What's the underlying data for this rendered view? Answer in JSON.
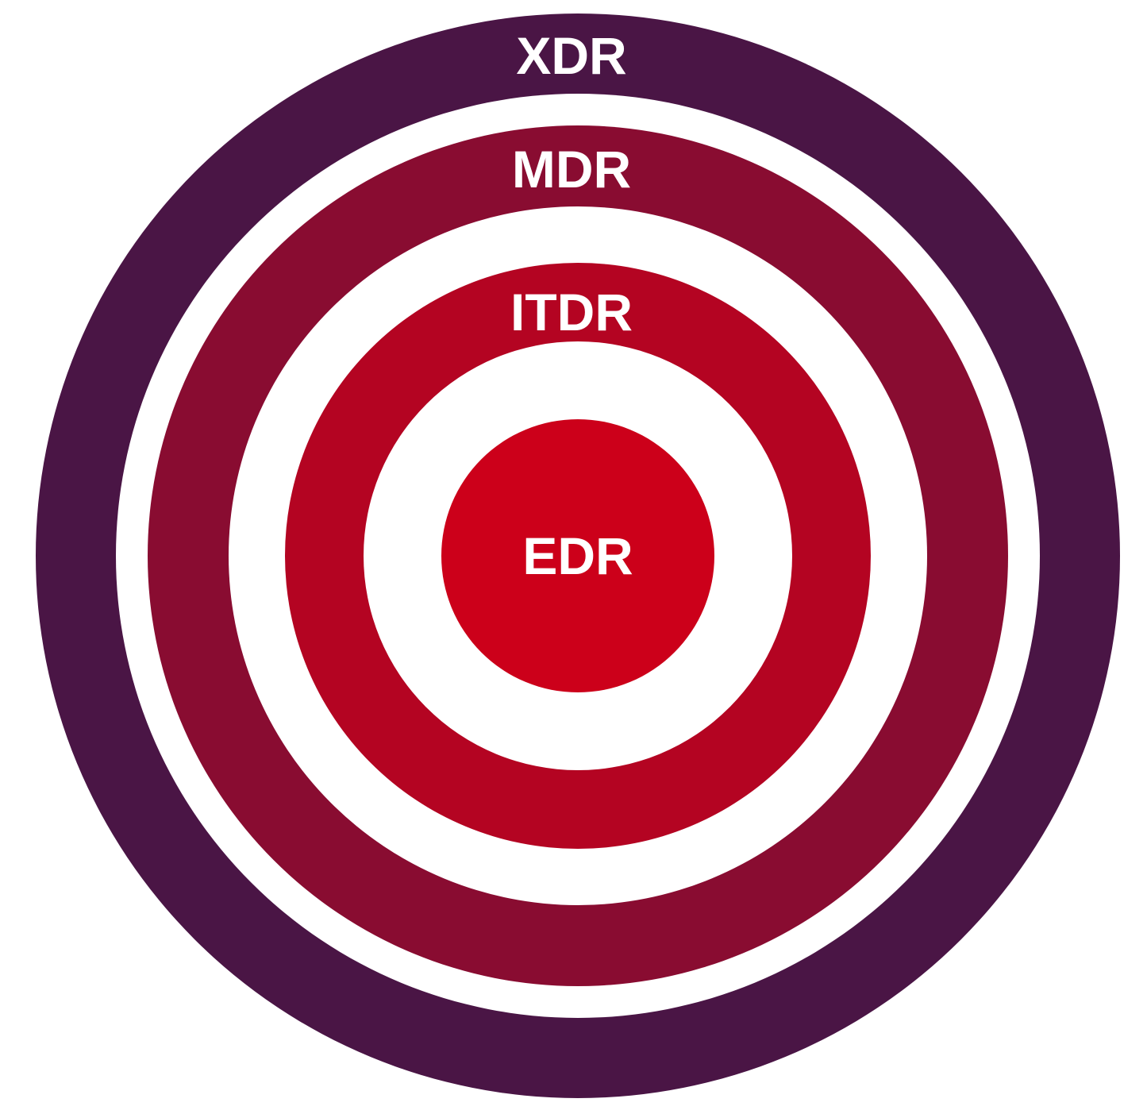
{
  "diagram": {
    "rings": [
      {
        "id": "xdr",
        "label": "XDR",
        "color": "#4A1545"
      },
      {
        "id": "mdr",
        "label": "MDR",
        "color": "#890C31"
      },
      {
        "id": "itdr",
        "label": "ITDR",
        "color": "#B40422"
      },
      {
        "id": "edr",
        "label": "EDR",
        "color": "#CC001A"
      }
    ]
  }
}
